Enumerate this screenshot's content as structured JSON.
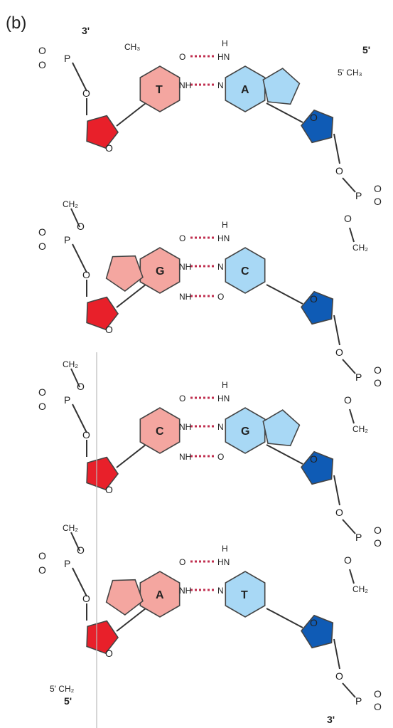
{
  "figure": {
    "panel_label": "(b)",
    "colors": {
      "left_sugar": "#e8202a",
      "left_base": "#f4a6a0",
      "right_sugar": "#0f5bb5",
      "right_base": "#a8d8f5",
      "hbond": "#c03050"
    },
    "left_strand": {
      "top_label": "3'",
      "bottom_label": "5'",
      "bottom_ch2": "5' CH₂"
    },
    "right_strand": {
      "top_label": "5'",
      "top_ch3": "5' CH₃",
      "bottom_label": "3'"
    },
    "atoms": {
      "phosphorus": "P",
      "oxygen": "O",
      "ch2": "CH₂",
      "ch3": "CH₃",
      "nh": "NH",
      "hn": "HN",
      "n": "N",
      "h": "H"
    },
    "pairs": [
      {
        "left": "T",
        "right": "A"
      },
      {
        "left": "G",
        "right": "C"
      },
      {
        "left": "C",
        "right": "G"
      },
      {
        "left": "A",
        "right": "T"
      }
    ]
  }
}
